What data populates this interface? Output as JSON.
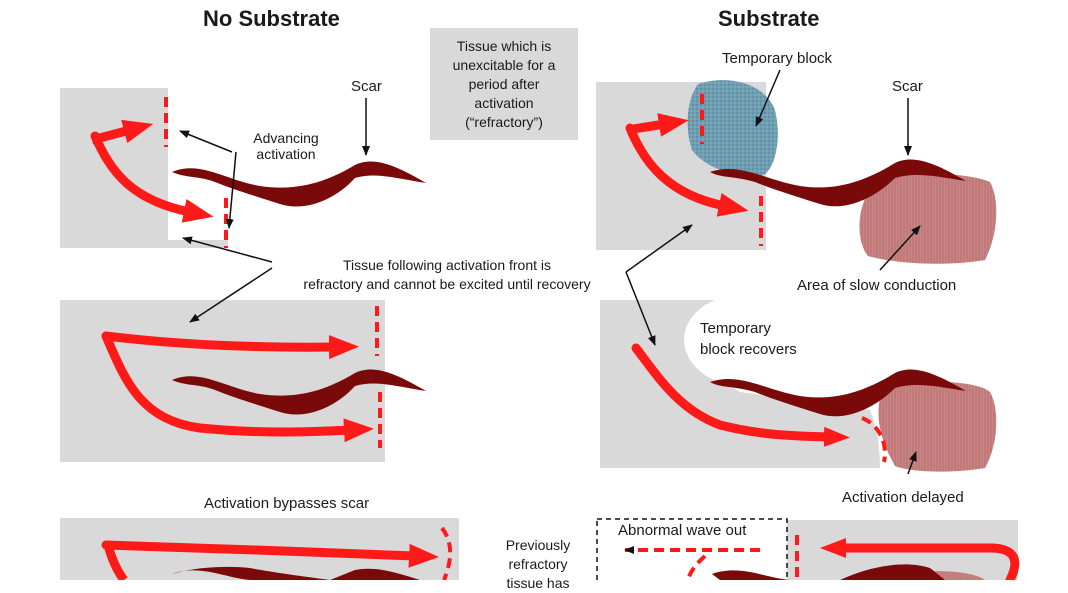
{
  "headings": {
    "left": "No Substrate",
    "right": "Substrate"
  },
  "legend": {
    "lines": [
      "Tissue which is",
      "unexcitable for a",
      "period after",
      "activation",
      "(“refractory”)"
    ],
    "color": "#d9d9d9"
  },
  "labels": {
    "scar_left": "Scar",
    "scar_right": "Scar",
    "advancing_activation": [
      "Advancing",
      "activation"
    ],
    "tissue_following": [
      "Tissue following activation front is",
      "refractory and cannot be excited until recovery"
    ],
    "temporary_block": "Temporary block",
    "area_slow_conduction": "Area of slow conduction",
    "temporary_block_recovers": [
      "Temporary",
      "block recovers"
    ],
    "activation_delayed": "Activation delayed",
    "activation_bypasses_scar": "Activation bypasses scar",
    "abnormal_wave_out": "Abnormal wave out",
    "previously_refractory": [
      "Previously",
      "refractory",
      "tissue has"
    ]
  },
  "colors": {
    "tissue": "#d9d9d9",
    "activation": "#ff1a1a",
    "scar": "#7a0a0a",
    "temporary_block": "#6f9fb2",
    "slow_conduction": "#c98585",
    "text": "#1a1a1a"
  }
}
